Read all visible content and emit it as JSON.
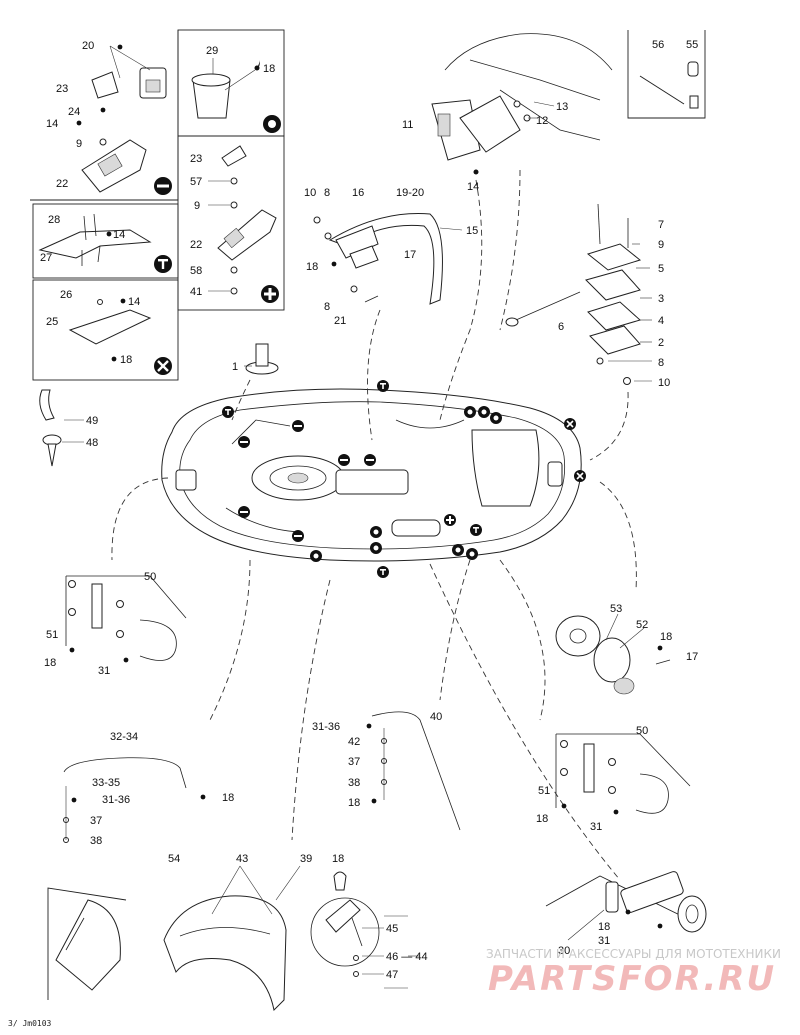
{
  "labels": {
    "l20a": "20",
    "l23a": "23",
    "l24": "24",
    "l14a": "14",
    "l9a": "9",
    "l22a": "22",
    "l29": "29",
    "l18a": "18",
    "l23b": "23",
    "l57": "57",
    "l9b": "9",
    "l22b": "22",
    "l58": "58",
    "l41": "41",
    "l28": "28",
    "l14b": "14",
    "l27": "27",
    "l26": "26",
    "l14c": "14",
    "l25": "25",
    "l18b": "18",
    "l1": "1",
    "l49": "49",
    "l48": "48",
    "l10a": "10",
    "l8a": "8",
    "l16": "16",
    "l19_20": "19-20",
    "l15": "15",
    "l18c": "18",
    "l17a": "17",
    "l8b": "8",
    "l21": "21",
    "l11": "11",
    "l12": "12",
    "l13": "13",
    "l14d": "14",
    "l56": "56",
    "l55": "55",
    "l7": "7",
    "l9c": "9",
    "l5": "5",
    "l3": "3",
    "l4": "4",
    "l2": "2",
    "l6": "6",
    "l8c": "8",
    "l10b": "10",
    "l50a": "50",
    "l51a": "51",
    "l18d": "18",
    "l31a": "31",
    "l53": "53",
    "l52": "52",
    "l18e": "18",
    "l17b": "17",
    "l40": "40",
    "l31_36a": "31-36",
    "l42": "42",
    "l37a": "37",
    "l38a": "38",
    "l18f": "18",
    "l32_34": "32-34",
    "l33_35": "33-35",
    "l31_36b": "31-36",
    "l18g": "18",
    "l37b": "37",
    "l38b": "38",
    "l50b": "50",
    "l51b": "51",
    "l18h": "18",
    "l31b": "31",
    "l54": "54",
    "l43": "43",
    "l39": "39",
    "l18i": "18",
    "l45": "45",
    "l46_44": "46 — 44",
    "l47": "47",
    "l18j": "18",
    "l31c": "31",
    "l30": "30"
  },
  "drawing_code": "3/ Jm0103",
  "watermark": {
    "line1": "ЗАПЧАСТИ И АКСЕССУАРЫ ДЛЯ МОТОТЕХНИКИ",
    "line2": "PARTSFOR.RU"
  },
  "legend_symbols": {
    "o": "circle-o-symbol",
    "minus": "circle-minus-symbol",
    "t": "circle-t-symbol",
    "plus": "circle-plus-symbol",
    "x": "circle-x-symbol"
  }
}
